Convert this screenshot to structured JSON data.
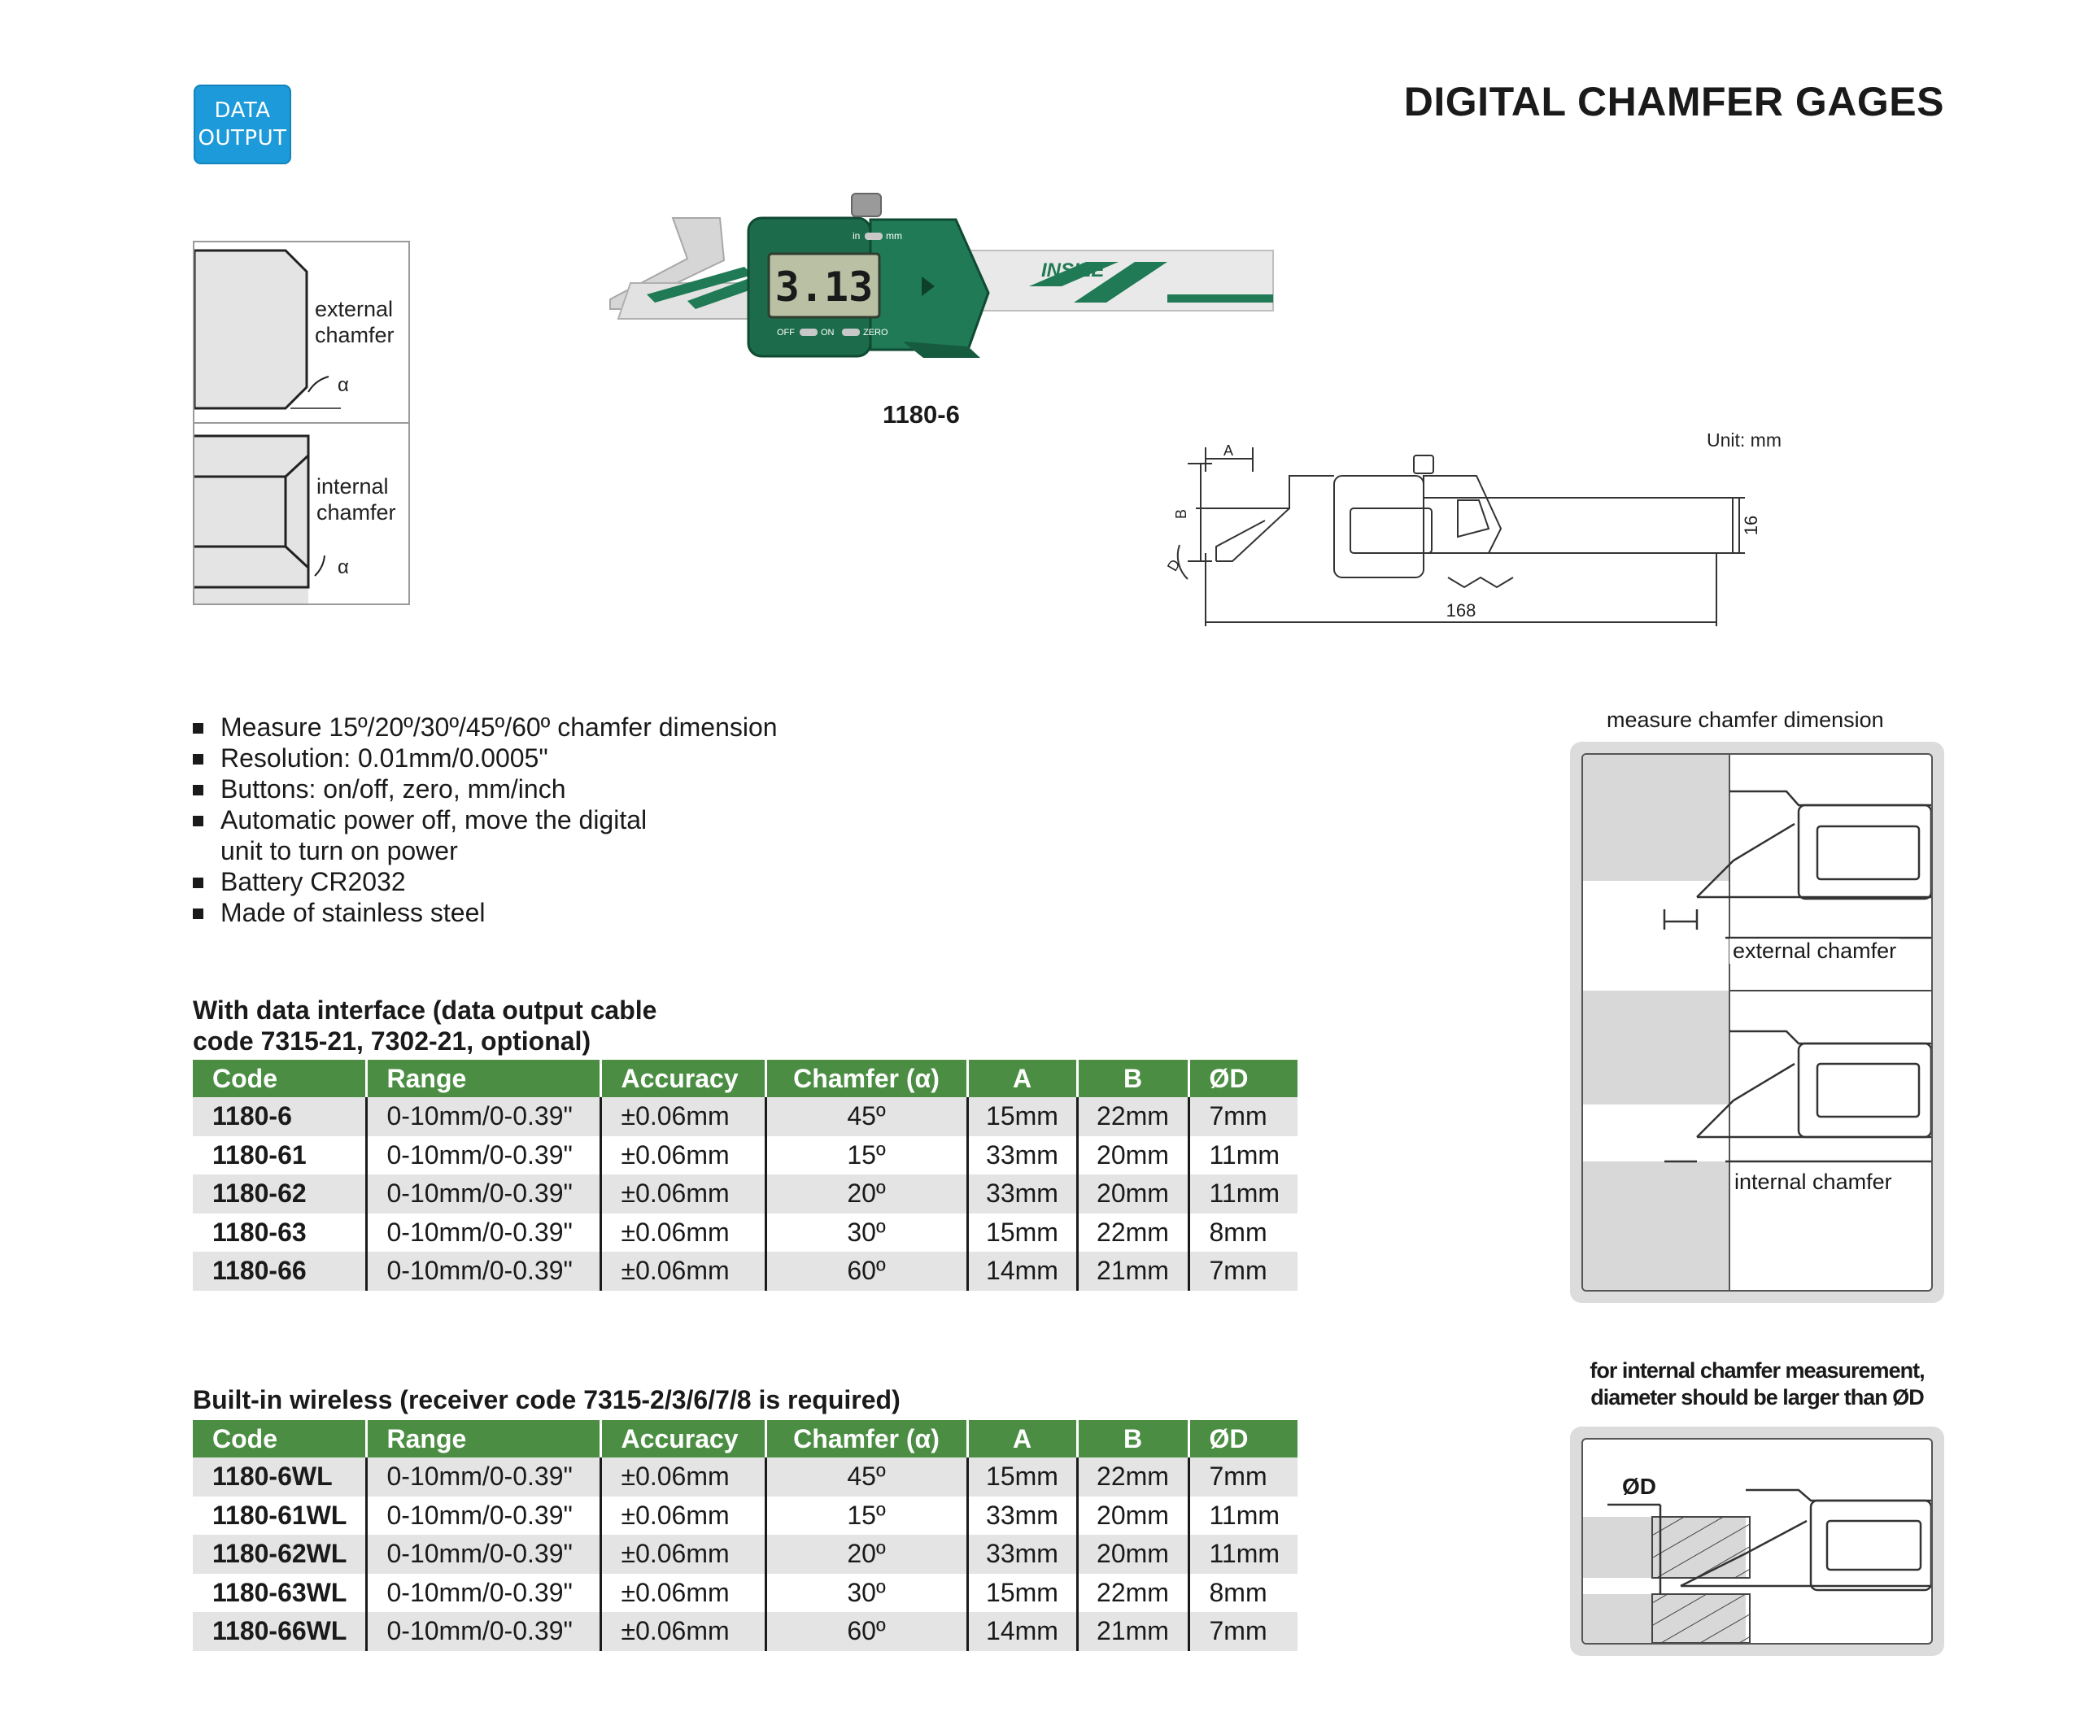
{
  "badge": {
    "line1": "DATA",
    "line2": "OUTPUT"
  },
  "title": "DIGITAL CHAMFER GAGES",
  "key": {
    "external": [
      "external",
      "chamfer"
    ],
    "internal": [
      "internal",
      "chamfer"
    ],
    "alpha": "α"
  },
  "product": {
    "model": "1180-6",
    "display_value": "3.13",
    "brand": "INSIZE",
    "switch_in": "in",
    "switch_mm": "mm",
    "btn_off": "OFF",
    "btn_on": "ON",
    "btn_zero": "ZERO"
  },
  "drawing": {
    "unit": "Unit: mm",
    "dim_a": "A",
    "dim_b": "B",
    "dim_d": "D",
    "dim_height": "16",
    "dim_length": "168"
  },
  "features": [
    "Measure 15º/20º/30º/45º/60º chamfer dimension",
    "Resolution: 0.01mm/0.0005\"",
    "Buttons: on/off, zero, mm/inch",
    "Automatic power off, move the digital",
    "unit to turn on power",
    "Battery CR2032",
    "Made of stainless steel"
  ],
  "table1": {
    "caption_line1": "With data interface (data output cable",
    "caption_line2": "code 7315-21, 7302-21, optional)",
    "headers": [
      "Code",
      "Range",
      "Accuracy",
      "Chamfer (α)",
      "A",
      "B",
      "ØD"
    ],
    "rows": [
      [
        "1180-6",
        "0-10mm/0-0.39\"",
        "±0.06mm",
        "45º",
        "15mm",
        "22mm",
        "7mm"
      ],
      [
        "1180-61",
        "0-10mm/0-0.39\"",
        "±0.06mm",
        "15º",
        "33mm",
        "20mm",
        "11mm"
      ],
      [
        "1180-62",
        "0-10mm/0-0.39\"",
        "±0.06mm",
        "20º",
        "33mm",
        "20mm",
        "11mm"
      ],
      [
        "1180-63",
        "0-10mm/0-0.39\"",
        "±0.06mm",
        "30º",
        "15mm",
        "22mm",
        "8mm"
      ],
      [
        "1180-66",
        "0-10mm/0-0.39\"",
        "±0.06mm",
        "60º",
        "14mm",
        "21mm",
        "7mm"
      ]
    ]
  },
  "table2": {
    "caption": "Built-in wireless (receiver code 7315-2/3/6/7/8 is required)",
    "headers": [
      "Code",
      "Range",
      "Accuracy",
      "Chamfer (α)",
      "A",
      "B",
      "ØD"
    ],
    "rows": [
      [
        "1180-6WL",
        "0-10mm/0-0.39\"",
        "±0.06mm",
        "45º",
        "15mm",
        "22mm",
        "7mm"
      ],
      [
        "1180-61WL",
        "0-10mm/0-0.39\"",
        "±0.06mm",
        "15º",
        "33mm",
        "20mm",
        "11mm"
      ],
      [
        "1180-62WL",
        "0-10mm/0-0.39\"",
        "±0.06mm",
        "20º",
        "33mm",
        "20mm",
        "11mm"
      ],
      [
        "1180-63WL",
        "0-10mm/0-0.39\"",
        "±0.06mm",
        "30º",
        "15mm",
        "22mm",
        "8mm"
      ],
      [
        "1180-66WL",
        "0-10mm/0-0.39\"",
        "±0.06mm",
        "60º",
        "14mm",
        "21mm",
        "7mm"
      ]
    ]
  },
  "measure_panel": {
    "title": "measure chamfer dimension",
    "external": "external chamfer",
    "internal": "internal chamfer"
  },
  "diameter_panel": {
    "note_line1": "for internal chamfer measurement,",
    "note_line2": "diameter should be larger than ØD",
    "label": "ØD"
  },
  "colors": {
    "badge_blue": "#1c9ad9",
    "header_green": "#4b8e43",
    "gauge_green": "#1f7a55",
    "row_gray": "#e4e4e4"
  }
}
